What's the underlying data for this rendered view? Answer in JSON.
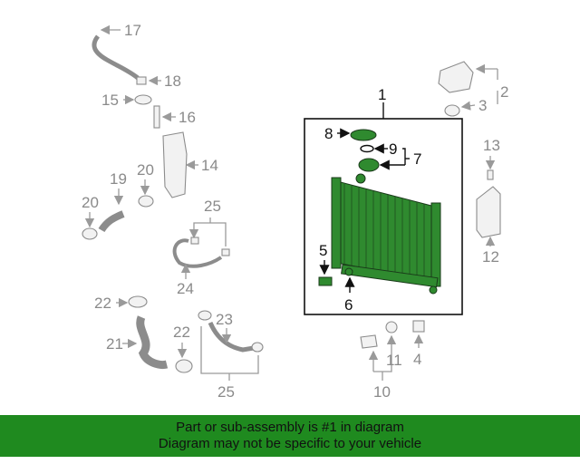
{
  "callouts": {
    "c1": "1",
    "c2": "2",
    "c3": "3",
    "c4": "4",
    "c5": "5",
    "c6": "6",
    "c7": "7",
    "c8": "8",
    "c9": "9",
    "c10": "10",
    "c11": "11",
    "c12": "12",
    "c13": "13",
    "c14": "14",
    "c15": "15",
    "c16": "16",
    "c17": "17",
    "c18": "18",
    "c19": "19",
    "c20a": "20",
    "c20b": "20",
    "c21": "21",
    "c22a": "22",
    "c22b": "22",
    "c23": "23",
    "c24": "24",
    "c25a": "25",
    "c25b": "25"
  },
  "colors": {
    "highlight": "#2f8a2f",
    "banner": "#1f8a1f"
  },
  "banner": {
    "line1": "Part or sub-assembly is #1 in diagram",
    "line2": "Diagram may not be specific to your vehicle"
  }
}
